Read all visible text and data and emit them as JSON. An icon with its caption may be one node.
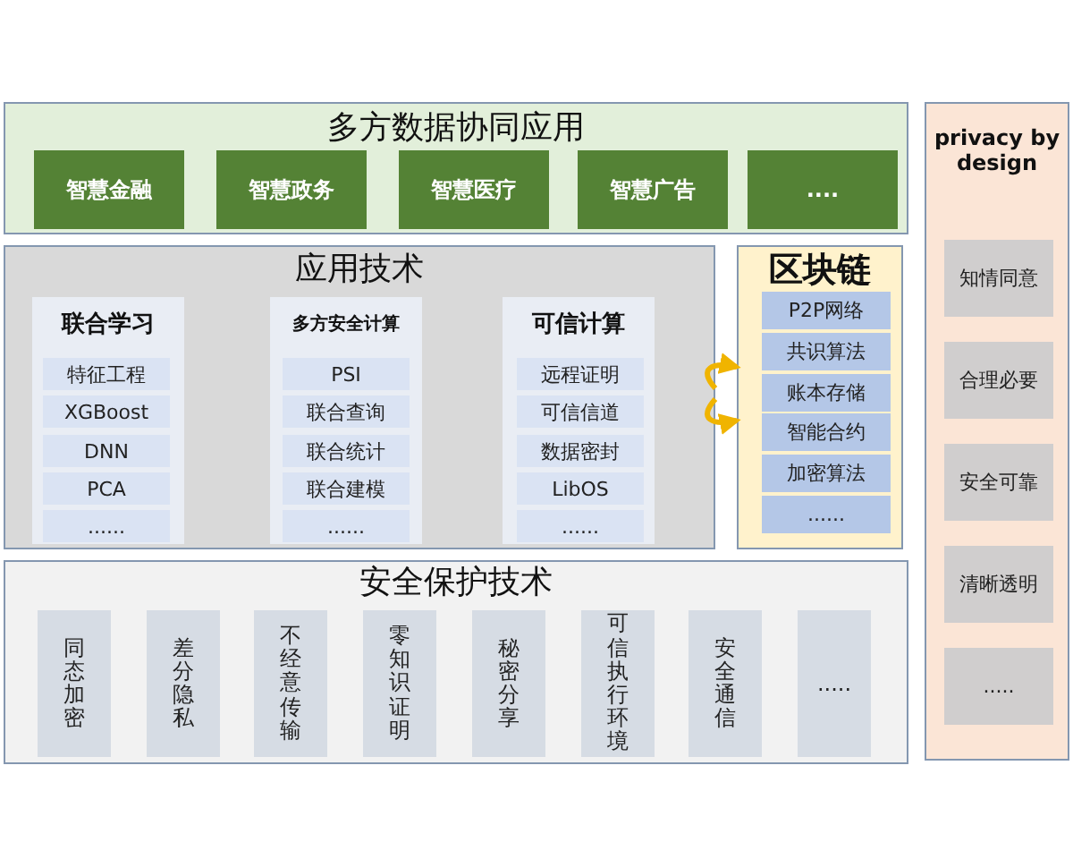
{
  "diagram": {
    "nodes": [
      {
        "text": [
          "多方数据协同应用"
        ]
      },
      {
        "text": [
          "智慧金融"
        ],
        "in": 0
      },
      {
        "text": [
          "智慧政务"
        ],
        "in": 0
      },
      {
        "text": [
          "智慧医疗"
        ],
        "in": 0
      },
      {
        "text": [
          "智慧广告"
        ],
        "in": 0
      },
      {
        "text": [
          "...."
        ],
        "in": 0
      },
      {
        "text": [
          "privacy by design"
        ]
      },
      {
        "text": [
          "知情同意"
        ],
        "in": 6
      },
      {
        "text": [
          "合理必要"
        ],
        "in": 6
      },
      {
        "text": [
          "安全可靠"
        ],
        "in": 6
      },
      {
        "text": [
          "清晰透明"
        ],
        "in": 6
      },
      {
        "text": [
          "....."
        ],
        "in": 6
      },
      {
        "text": [
          "应用技术"
        ]
      },
      {
        "text": [
          "联合学习"
        ],
        "in": 12
      },
      {
        "text": [
          "特征工程"
        ],
        "in": 13
      },
      {
        "text": [
          "XGBoost"
        ],
        "in": 13
      },
      {
        "text": [
          "DNN"
        ],
        "in": 13
      },
      {
        "text": [
          "PCA"
        ],
        "in": 13
      },
      {
        "text": [
          "......"
        ],
        "in": 13
      },
      {
        "text": [
          "多方安全计算"
        ],
        "in": 12
      },
      {
        "text": [
          "PSI"
        ],
        "in": 19
      },
      {
        "text": [
          "联合查询"
        ],
        "in": 19
      },
      {
        "text": [
          "联合统计"
        ],
        "in": 19
      },
      {
        "text": [
          "联合建模"
        ],
        "in": 19
      },
      {
        "text": [
          "......"
        ],
        "in": 19
      },
      {
        "text": [
          "可信计算"
        ],
        "in": 12
      },
      {
        "text": [
          "远程证明"
        ],
        "in": 25
      },
      {
        "text": [
          "可信信道"
        ],
        "in": 25
      },
      {
        "text": [
          "数据密封"
        ],
        "in": 25
      },
      {
        "text": [
          "LibOS"
        ],
        "in": 25
      },
      {
        "text": [
          "......"
        ],
        "in": 25
      },
      {
        "text": [
          "区块链"
        ]
      },
      {
        "text": [
          "P2P网络"
        ],
        "in": 31
      },
      {
        "text": [
          "共识算法"
        ],
        "in": 31
      },
      {
        "text": [
          "账本存储"
        ],
        "in": 31
      },
      {
        "text": [
          "智能合约"
        ],
        "in": 31
      },
      {
        "text": [
          "加密算法"
        ],
        "in": 31
      },
      {
        "text": [
          "......"
        ],
        "in": 31
      },
      {
        "text": [
          "安全保护技术"
        ]
      },
      {
        "text": [
          "同态加密"
        ],
        "in": 38
      },
      {
        "text": [
          "差分隐私"
        ],
        "in": 38
      },
      {
        "text": [
          "不经意传输"
        ],
        "in": 38
      },
      {
        "text": [
          "零知识证明"
        ],
        "in": 38
      },
      {
        "text": [
          "秘密分享"
        ],
        "in": 38
      },
      {
        "text": [
          "可信执行环境"
        ],
        "in": 38
      },
      {
        "text": [
          "安全通信"
        ],
        "in": 38
      },
      {
        "text": [
          "....."
        ],
        "in": 38
      }
    ],
    "edges": [
      {
        "from": 12,
        "to": 31,
        "arrow": "to"
      },
      {
        "from": 12,
        "to": 31,
        "arrow": "to"
      }
    ]
  }
}
